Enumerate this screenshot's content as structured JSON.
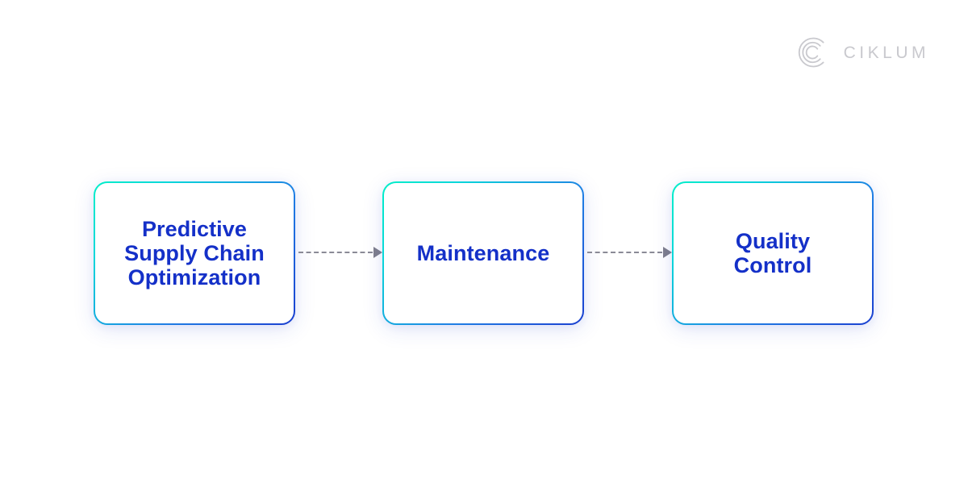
{
  "brand": {
    "logo_icon": "ciklum-c-arcs-logo-icon",
    "wordmark": "CIKLUM",
    "wordmark_color": "#c9c9ce"
  },
  "canvas": {
    "background_color": "#ffffff"
  },
  "diagram": {
    "type": "horizontal-flow",
    "node_border_gradient_from": "#00efc8",
    "node_border_gradient_to": "#1a3fd0",
    "node_text_color": "#1430c8",
    "connector_color": "#8a8a96",
    "nodes": [
      {
        "label": "Predictive\nSupply Chain\nOptimization"
      },
      {
        "label": "Maintenance"
      },
      {
        "label": "Quality\nControl"
      }
    ],
    "connectors": [
      {
        "from": "Predictive Supply Chain Optimization",
        "to": "Maintenance",
        "style": "dashed-arrow"
      },
      {
        "from": "Maintenance",
        "to": "Quality Control",
        "style": "dashed-arrow"
      }
    ]
  }
}
